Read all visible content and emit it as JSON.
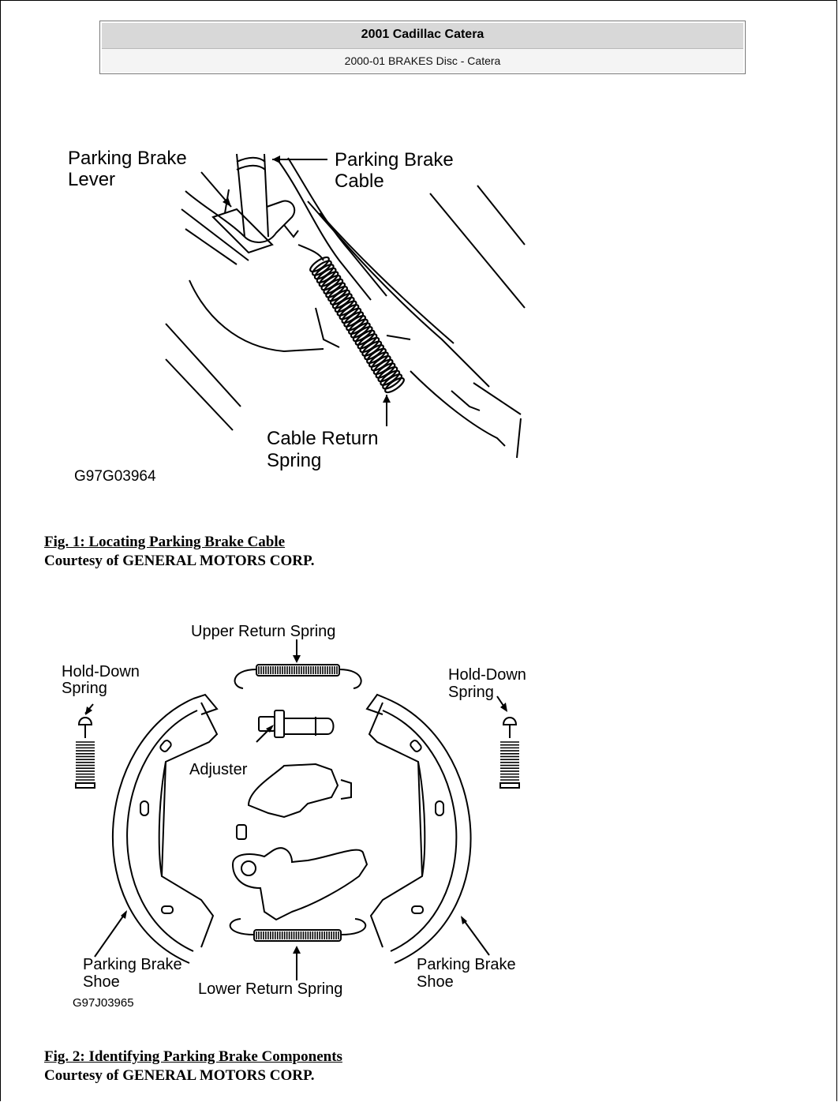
{
  "header": {
    "title": "2001 Cadillac Catera",
    "subtitle": "2000-01 BRAKES Disc - Catera"
  },
  "figure1": {
    "labels": {
      "lever_line1": "Parking Brake",
      "lever_line2": "Lever",
      "cable_line1": "Parking Brake",
      "cable_line2": "Cable",
      "spring_line1": "Cable Return",
      "spring_line2": "Spring",
      "code": "G97G03964"
    },
    "caption": "Fig. 1: Locating Parking Brake Cable",
    "courtesy": "Courtesy of GENERAL MOTORS CORP."
  },
  "figure2": {
    "labels": {
      "upper_return_spring": "Upper Return Spring",
      "holddown_left_line1": "Hold-Down",
      "holddown_left_line2": "Spring",
      "holddown_right_line1": "Hold-Down",
      "holddown_right_line2": "Spring",
      "adjuster": "Adjuster",
      "shoe_left_line1": "Parking Brake",
      "shoe_left_line2": "Shoe",
      "shoe_right_line1": "Parking Brake",
      "shoe_right_line2": "Shoe",
      "lower_return_spring": "Lower Return Spring",
      "code": "G97J03965"
    },
    "caption": "Fig. 2: Identifying Parking Brake Components",
    "courtesy": "Courtesy of GENERAL MOTORS CORP."
  }
}
